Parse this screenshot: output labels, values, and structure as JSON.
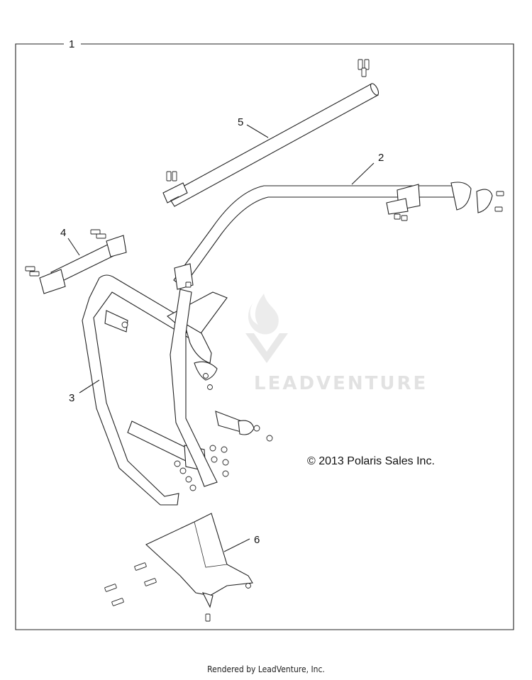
{
  "diagram": {
    "callouts": [
      {
        "id": "frame",
        "label": "1"
      },
      {
        "id": "upper-cross-bar",
        "label": "2"
      },
      {
        "id": "front-hoop",
        "label": "3"
      },
      {
        "id": "brace-short",
        "label": "4"
      },
      {
        "id": "brace-long",
        "label": "5"
      },
      {
        "id": "mount-bracket",
        "label": "6"
      }
    ],
    "copyright": "© 2013 Polaris Sales Inc.",
    "watermark": "LEADVENTURE"
  },
  "footer": {
    "text": "Rendered by LeadVenture, Inc."
  }
}
